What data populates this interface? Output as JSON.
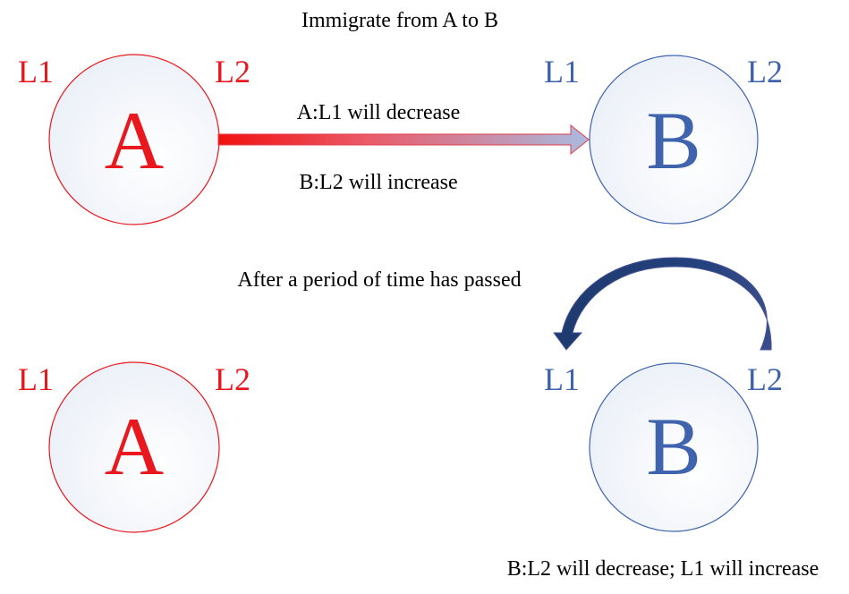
{
  "diagram": {
    "title": "Immigrate from A to B",
    "stage1": {
      "node_a": {
        "letter": "A",
        "left_label": "L1",
        "right_label": "L2"
      },
      "node_b": {
        "letter": "B",
        "left_label": "L1",
        "right_label": "L2"
      },
      "arrow_top_label": "A:L1 will decrease",
      "arrow_bottom_label": "B:L2 will increase"
    },
    "stage2": {
      "caption": "After a period of time has passed",
      "node_a": {
        "letter": "A",
        "left_label": "L1",
        "right_label": "L2"
      },
      "node_b": {
        "letter": "B",
        "left_label": "L1",
        "right_label": "L2"
      },
      "bottom_caption": "B:L2 will decrease; L1 will increase"
    }
  },
  "colors": {
    "node_a": "#e8181e",
    "node_b": "#3f64ad",
    "curved_arrow": "#1f3b73",
    "straight_arrow_start": "#f01010",
    "straight_arrow_end": "#a9bbe0",
    "node_fill_light": "#ffffff",
    "node_fill_shade": "#e9eef7"
  }
}
